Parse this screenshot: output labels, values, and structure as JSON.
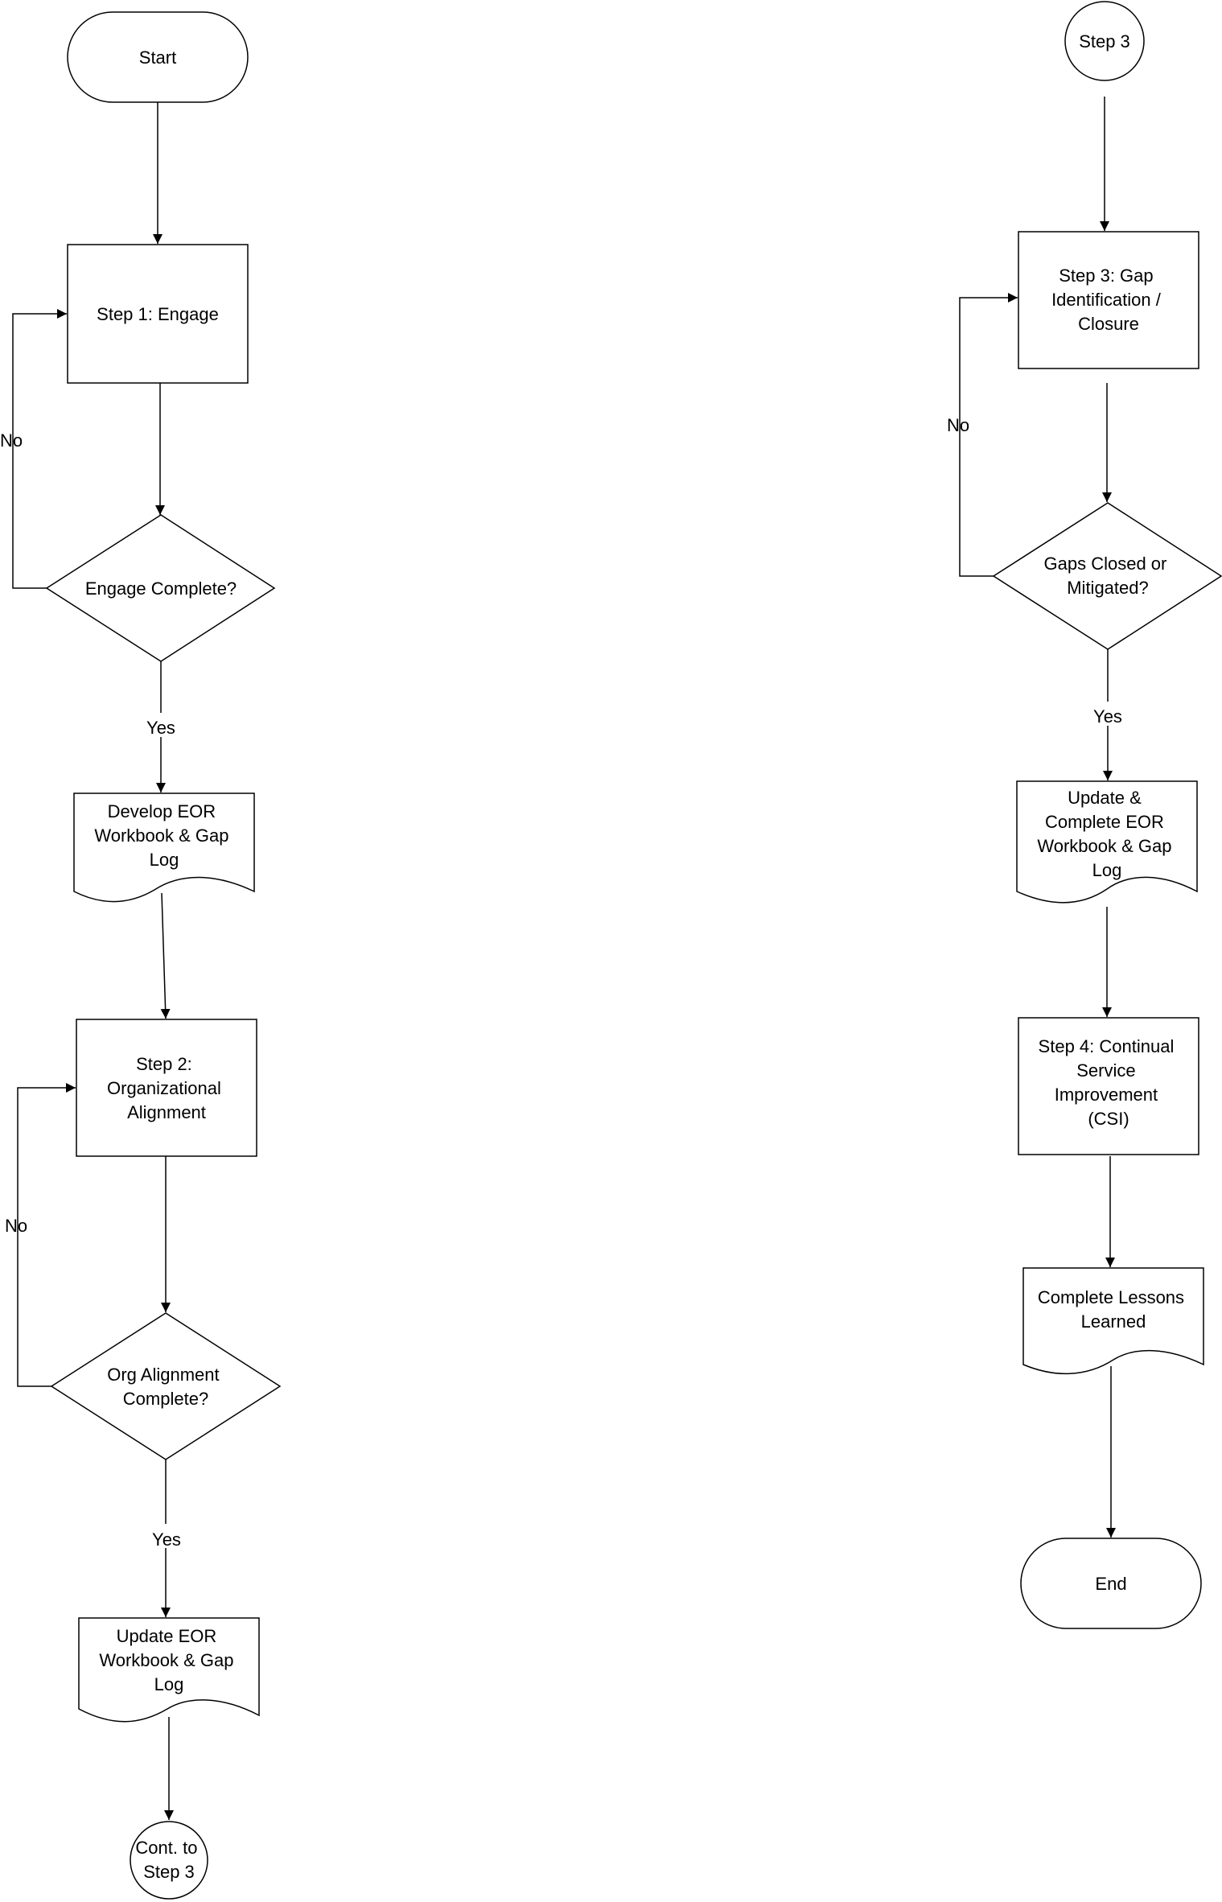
{
  "diagram": {
    "flow_left": {
      "start": "Start",
      "step1": "Step 1: Engage",
      "engage_decision": "Engage Complete?",
      "engage_no": "No",
      "engage_yes": "Yes",
      "develop_doc": [
        "Develop EOR",
        "Workbook & Gap",
        "Log"
      ],
      "step2": [
        "Step 2:",
        "Organizational",
        "Alignment"
      ],
      "org_decision": [
        "Org Alignment",
        "Complete?"
      ],
      "org_no": "No",
      "org_yes": "Yes",
      "update_doc": [
        "Update EOR",
        "Workbook & Gap",
        "Log"
      ],
      "connector_out": [
        "Cont. to",
        "Step 3"
      ]
    },
    "flow_right": {
      "connector_in": "Step 3",
      "step3": [
        "Step 3: Gap",
        "Identification /",
        "Closure"
      ],
      "gaps_decision": [
        "Gaps Closed or",
        "Mitigated?"
      ],
      "gaps_no": "No",
      "gaps_yes": "Yes",
      "complete_doc": [
        "Update &",
        "Complete EOR",
        "Workbook & Gap",
        "Log"
      ],
      "step4": [
        "Step 4: Continual",
        "Service",
        "Improvement",
        "(CSI)"
      ],
      "lessons_doc": [
        "Complete Lessons",
        "Learned"
      ],
      "end": "End"
    }
  }
}
